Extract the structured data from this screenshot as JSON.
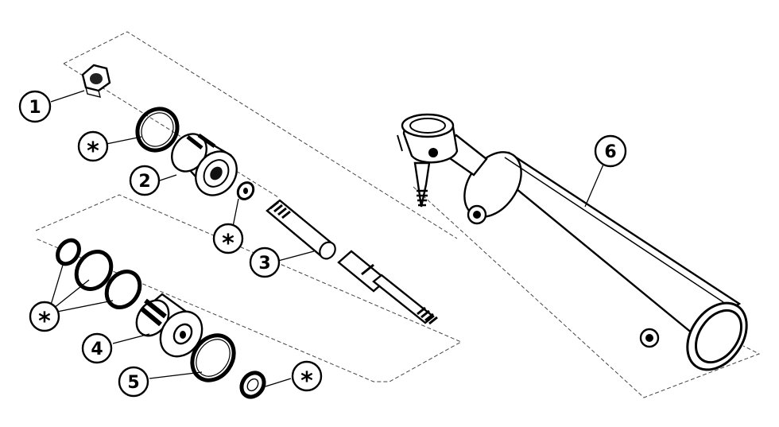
{
  "callouts": {
    "c1": "1",
    "c2": "2",
    "c3": "3",
    "c4": "4",
    "c5": "5",
    "c6": "6",
    "star": "*"
  },
  "colors": {
    "ink": "#000000",
    "shade": "#1a1a1a",
    "paper": "#ffffff"
  }
}
